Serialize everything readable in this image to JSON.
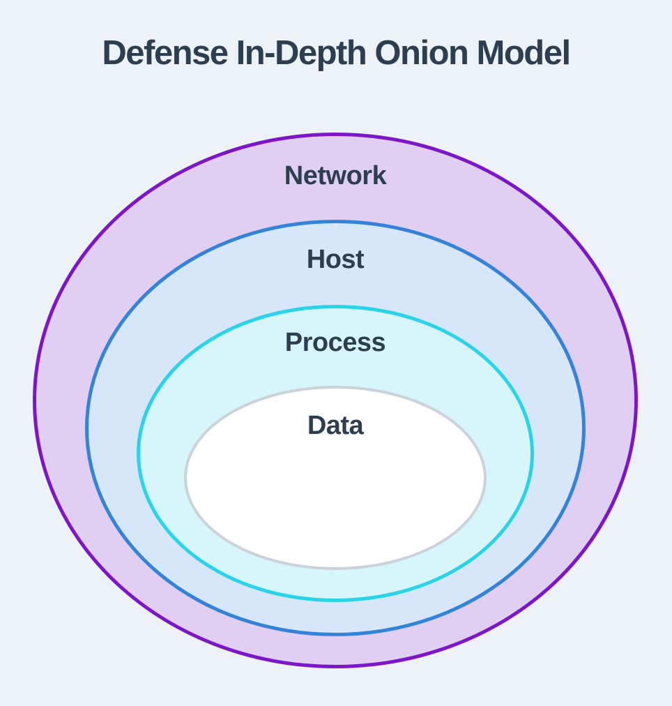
{
  "page": {
    "background_color": "#edf2f7",
    "title": "Defense In-Depth Onion Model",
    "title_color": "#2d3e50"
  },
  "diagram": {
    "type": "onion-model",
    "label_color": "#2d3e50",
    "layers": [
      {
        "label": "Network",
        "fill": "#e0cff2",
        "border": "#7d16c9"
      },
      {
        "label": "Host",
        "fill": "#d5e7f8",
        "border": "#3383d8"
      },
      {
        "label": "Process",
        "fill": "#d6f6fb",
        "border": "#29d3e8"
      },
      {
        "label": "Data",
        "fill": "#ffffff",
        "border": "#cbd2d9"
      }
    ]
  }
}
